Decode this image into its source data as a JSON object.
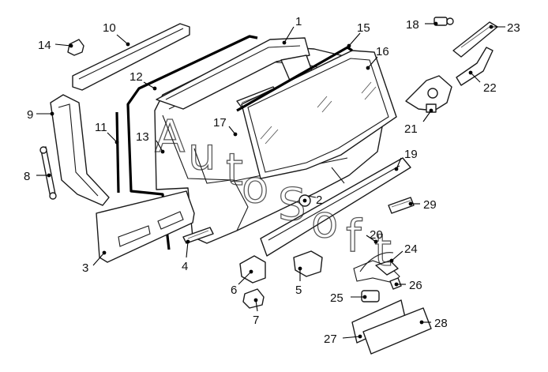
{
  "callouts": [
    {
      "id": "1",
      "label": "1"
    },
    {
      "id": "2",
      "label": "2"
    },
    {
      "id": "3",
      "label": "3"
    },
    {
      "id": "4",
      "label": "4"
    },
    {
      "id": "5",
      "label": "5"
    },
    {
      "id": "6",
      "label": "6"
    },
    {
      "id": "7",
      "label": "7"
    },
    {
      "id": "8",
      "label": "8"
    },
    {
      "id": "9",
      "label": "9"
    },
    {
      "id": "10",
      "label": "10"
    },
    {
      "id": "11",
      "label": "11"
    },
    {
      "id": "12",
      "label": "12"
    },
    {
      "id": "13",
      "label": "13"
    },
    {
      "id": "14",
      "label": "14"
    },
    {
      "id": "15",
      "label": "15"
    },
    {
      "id": "16",
      "label": "16"
    },
    {
      "id": "17",
      "label": "17"
    },
    {
      "id": "18",
      "label": "18"
    },
    {
      "id": "19",
      "label": "19"
    },
    {
      "id": "20",
      "label": "20"
    },
    {
      "id": "21",
      "label": "21"
    },
    {
      "id": "22",
      "label": "22"
    },
    {
      "id": "23",
      "label": "23"
    },
    {
      "id": "24",
      "label": "24"
    },
    {
      "id": "25",
      "label": "25"
    },
    {
      "id": "26",
      "label": "26"
    },
    {
      "id": "27",
      "label": "27"
    },
    {
      "id": "28",
      "label": "28"
    },
    {
      "id": "29",
      "label": "29"
    }
  ],
  "watermark": {
    "letters": [
      "A",
      "u",
      "t",
      "o",
      "S",
      "o",
      "f",
      "t"
    ]
  },
  "colors": {
    "line": "#1a1a1a",
    "background": "#ffffff"
  }
}
